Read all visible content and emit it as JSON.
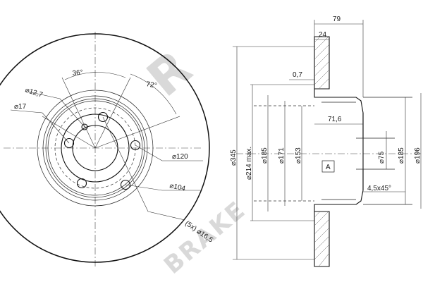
{
  "watermark": {
    "line1": "R",
    "line2": "BRAKE"
  },
  "front_view": {
    "angle_top": "36°",
    "angle_right": "72°",
    "d_12_7": "⌀12,7",
    "d_17": "⌀17",
    "d_120": "⌀120",
    "d_104": "⌀104",
    "holes": "(5x) ⌀16,5"
  },
  "section_view": {
    "width_total": "79",
    "width_disc": "24",
    "thickness_min": "0,7",
    "depth": "71,6",
    "chamfer": "4,5x45°",
    "datum": "A",
    "d_345": "⌀345",
    "d_214": "⌀214 max.",
    "d_185_left": "⌀185",
    "d_171": "⌀171",
    "d_153": "⌀153",
    "d_75": "⌀75",
    "d_185_right": "⌀185",
    "d_196": "⌀196"
  }
}
